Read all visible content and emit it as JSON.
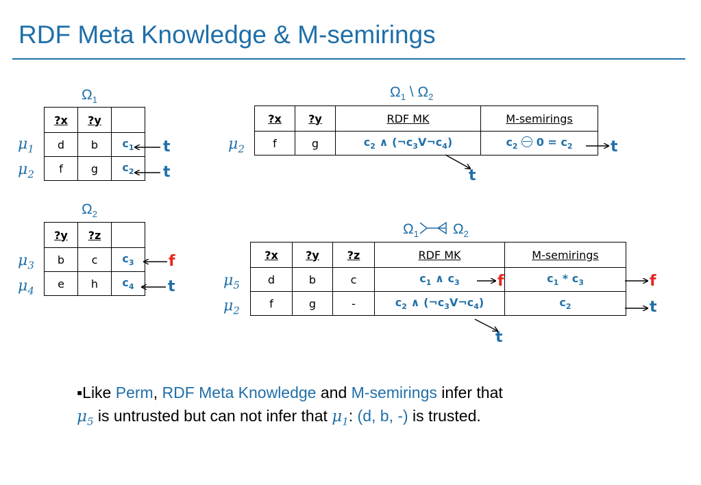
{
  "title": "RDF Meta Knowledge & M-semirings",
  "omega1": {
    "caption_main": "Ω",
    "caption_sub": "1",
    "headers": [
      "?x",
      "?y",
      ""
    ],
    "rows": [
      {
        "mu": "μ",
        "mu_sub": "1",
        "x": "d",
        "y": "b",
        "c": "c",
        "c_sub": "1",
        "result": "t"
      },
      {
        "mu": "μ",
        "mu_sub": "2",
        "x": "f",
        "y": "g",
        "c": "c",
        "c_sub": "2",
        "result": "t"
      }
    ]
  },
  "omega2": {
    "caption_main": "Ω",
    "caption_sub": "2",
    "headers": [
      "?y",
      "?z",
      ""
    ],
    "rows": [
      {
        "mu": "μ",
        "mu_sub": "3",
        "y": "b",
        "z": "c",
        "c": "c",
        "c_sub": "3",
        "result": "f"
      },
      {
        "mu": "μ",
        "mu_sub": "4",
        "y": "e",
        "z": "h",
        "c": "c",
        "c_sub": "4",
        "result": "t"
      }
    ]
  },
  "diff": {
    "caption_a": "Ω",
    "caption_a_sub": "1",
    "caption_op": " \\ ",
    "caption_b": "Ω",
    "caption_b_sub": "2",
    "headers": [
      "?x",
      "?y",
      "RDF MK",
      "M-semirings"
    ],
    "row": {
      "mu": "μ",
      "mu_sub": "2",
      "x": "f",
      "y": "g",
      "mk_result": "t",
      "ms_result": "t"
    }
  },
  "join": {
    "caption_a": "Ω",
    "caption_a_sub": "1",
    "caption_b": "Ω",
    "caption_b_sub": "2",
    "headers": [
      "?x",
      "?y",
      "?z",
      "RDF MK",
      "M-semirings"
    ],
    "rows": [
      {
        "mu": "μ",
        "mu_sub": "5",
        "x": "d",
        "y": "b",
        "z": "c",
        "mk_result": "f",
        "ms": "c₁ * c₃",
        "ms_result": "f"
      },
      {
        "mu": "μ",
        "mu_sub": "2",
        "x": "f",
        "y": "g",
        "z": "-",
        "mk_result": "t",
        "ms": "c₂",
        "ms_result": "t"
      }
    ]
  },
  "bullet": {
    "marker": "▪",
    "w1": "Like ",
    "perm": "Perm",
    "comma": ", ",
    "rdfmk": "RDF Meta Knowledge",
    "and": " and ",
    "msr": "M-semirings",
    "infer": " infer that",
    "mu5": "μ",
    "mu5_sub": "5",
    "mid": " is untrusted but can not infer that ",
    "mu1": "μ",
    "mu1_sub": "1",
    "colon": ": ",
    "tuple": "(d, b, -)",
    "end": " is trusted."
  },
  "colors": {
    "accent": "#1f6fa8",
    "false_red": "#e8261f"
  }
}
